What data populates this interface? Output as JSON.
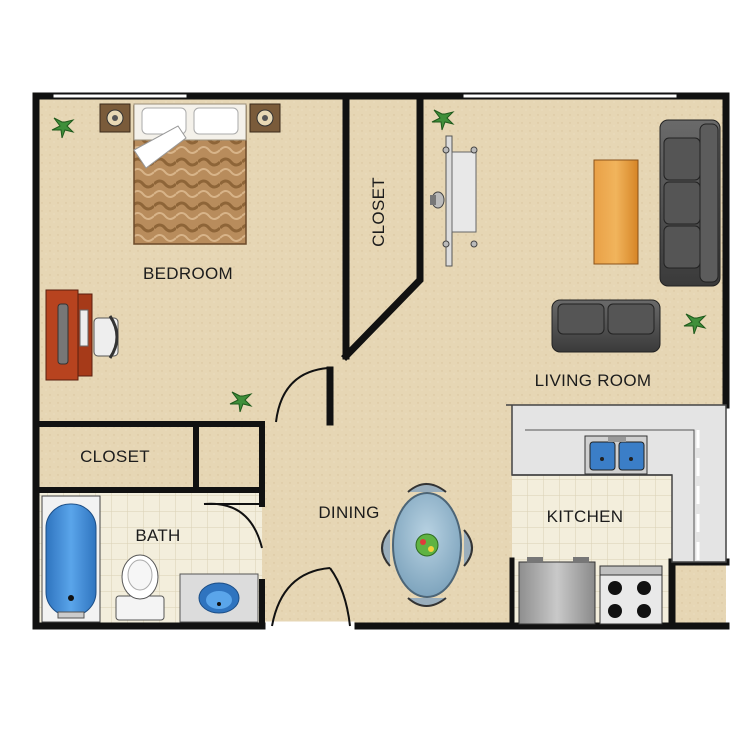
{
  "rooms": {
    "bedroom": "BEDROOM",
    "closet_upper": "CLOSET",
    "closet_lower": "CLOSET",
    "bath": "BATH",
    "dining": "DINING",
    "living_room": "LIVING ROOM",
    "kitchen": "KITCHEN"
  },
  "colors": {
    "floor_carpet": "#e6d6b4",
    "floor_tile": "#f3eedc",
    "wall": "#111111",
    "counter": "#e4e4e4",
    "tub_water": "#3e8bd6",
    "sofa": "#4a4a4a",
    "wood": "#d9892c",
    "plant": "#3f8f3a"
  }
}
